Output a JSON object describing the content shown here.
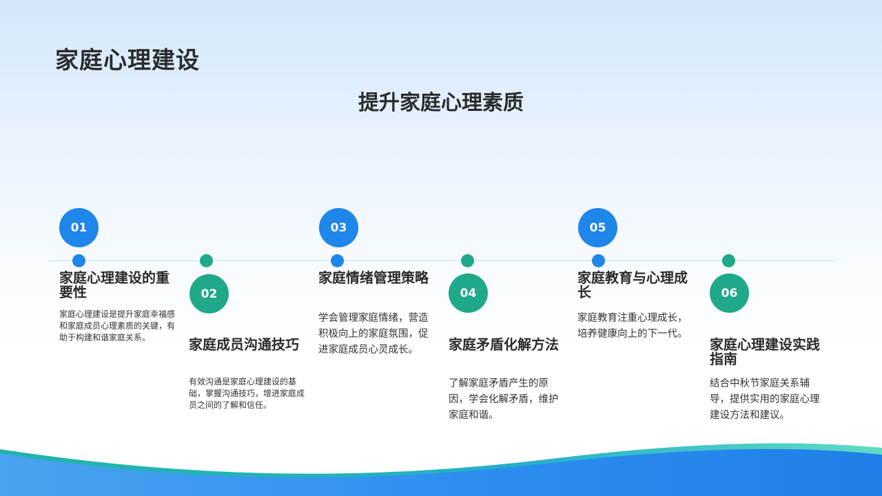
{
  "header": {
    "title": "家庭心理建设",
    "subtitle": "提升家庭心理素质"
  },
  "timeline": {
    "items": [
      {
        "num": "01",
        "title": "家庭心理建设的重要性",
        "desc": "家庭心理建设是提升家庭幸福感和家庭成员心理素质的关键，有助于构建和谐家庭关系。",
        "color": "#1f86ea"
      },
      {
        "num": "02",
        "title": "家庭成员沟通技巧",
        "desc": "有效沟通是家庭心理建设的基础，掌握沟通技巧，增进家庭成员之间的了解和信任。",
        "color": "#1fa98a"
      },
      {
        "num": "03",
        "title": "家庭情绪管理策略",
        "desc": "学会管理家庭情绪，营造积极向上的家庭氛围，促进家庭成员心灵成长。",
        "color": "#1f86ea"
      },
      {
        "num": "04",
        "title": "家庭矛盾化解方法",
        "desc": "了解家庭矛盾产生的原因，学会化解矛盾，维护家庭和谐。",
        "color": "#1fa98a"
      },
      {
        "num": "05",
        "title": "家庭教育与心理成长",
        "desc": "家庭教育注重心理成长，培养健康向上的下一代。",
        "color": "#1f86ea"
      },
      {
        "num": "06",
        "title": "家庭心理建设实践指南",
        "desc": "结合中秋节家庭关系辅导，提供实用的家庭心理建设方法和建议。",
        "color": "#1fa98a"
      }
    ]
  }
}
